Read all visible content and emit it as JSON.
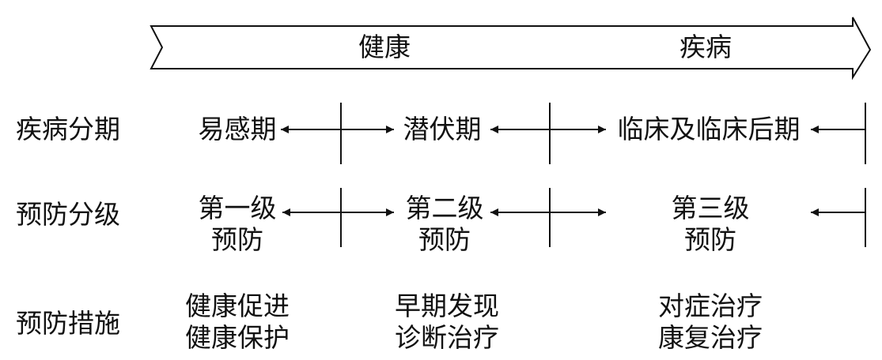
{
  "arrow": {
    "health_label": "健康",
    "disease_label": "疾病"
  },
  "rows": {
    "stage": {
      "label": "疾病分期",
      "items": [
        "易感期",
        "潜伏期",
        "临床及临床后期"
      ]
    },
    "level": {
      "label": "预防分级",
      "items": [
        {
          "line1": "第一级",
          "line2": "预防"
        },
        {
          "line1": "第二级",
          "line2": "预防"
        },
        {
          "line1": "第三级",
          "line2": "预防"
        }
      ]
    },
    "measure": {
      "label": "预防措施",
      "items": [
        {
          "line1": "健康促进",
          "line2": "健康保护"
        },
        {
          "line1": "早期发现",
          "line2": "诊断治疗"
        },
        {
          "line1": "对症治疗",
          "line2": "康复治疗"
        }
      ]
    }
  },
  "colors": {
    "ink": "#111111",
    "background": "#ffffff"
  }
}
